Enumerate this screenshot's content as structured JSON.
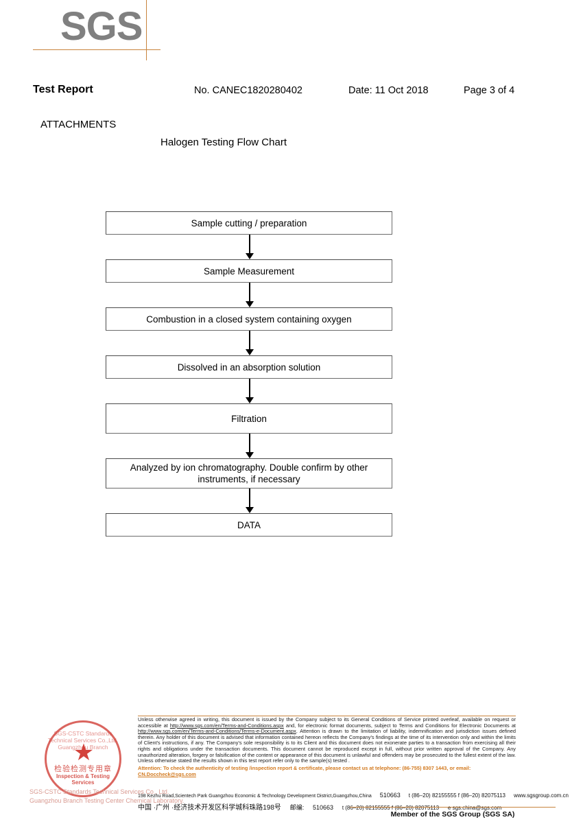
{
  "logo": {
    "text": "SGS",
    "rule_color": "#c8833c",
    "text_color": "#808080"
  },
  "header": {
    "title": "Test Report",
    "report_no": "No. CANEC1820280402",
    "date": "Date: 11 Oct 2018",
    "page": "Page 3 of 4"
  },
  "section": {
    "attachments": "ATTACHMENTS",
    "flowchart_title": "Halogen Testing Flow Chart"
  },
  "flowchart": {
    "steps": [
      {
        "label": "Sample cutting / preparation",
        "height": 34,
        "gap": 36
      },
      {
        "label": "Sample Measurement",
        "height": 34,
        "gap": 36
      },
      {
        "label": "Combustion in a closed system containing oxygen",
        "height": 34,
        "gap": 36
      },
      {
        "label": "Dissolved in an absorption solution",
        "height": 34,
        "gap": 36
      },
      {
        "label": "Filtration",
        "height": 44,
        "gap": 36
      },
      {
        "label": "Analyzed by ion chromatography. Double confirm by other instruments, if necessary",
        "height": 44,
        "gap": 36
      },
      {
        "label": "DATA",
        "height": 34,
        "gap": 0
      }
    ]
  },
  "seal": {
    "arc_text": "SGS-CSTC Standards Technical Services Co.,Ltd. Guangzhou Branch",
    "star": "★",
    "cn_text": "检验检测专用章",
    "en_text": "Inspection & Testing Services",
    "company_line1": "SGS-CSTC Standards Technical Services Co., Ltd.",
    "company_line2": "Guangzhou Branch Testing Center Chemical Laboratory.",
    "color": "#cf3a32"
  },
  "footer": {
    "legal_parts": [
      {
        "text": "Unless otherwise agreed in writing, this document is issued by the Company subject to its General Conditions of Service printed overleaf, available on request or accessible at ",
        "underline": false
      },
      {
        "text": "http://www.sgs.com/en/Terms-and-Conditions.aspx",
        "underline": true
      },
      {
        "text": " and, for electronic format documents, subject to Terms and Conditions for Electronic Documents at ",
        "underline": false
      },
      {
        "text": "http://www.sgs.com/en/Terms-and-Conditions/Terms-e-Document.aspx",
        "underline": true
      },
      {
        "text": ". Attention is drawn to the limitation of liability, indemnification and jurisdiction issues defined therein. Any holder of this document is advised that information contained hereon reflects the Company's findings at the time of its intervention only and within the limits of Client's instructions, if any. The Company's sole responsibility is to its Client and this document does not exonerate parties to a transaction from exercising all their rights and obligations under the transaction documents. This document cannot be reproduced except in full, without prior written approval of the Company. Any unauthorized alteration, forgery or falsification of the content or appearance of this document is unlawful and offenders may be prosecuted to the fullest extent of the law. Unless otherwise stated the results shown in this test report refer only to the sample(s) tested .",
        "underline": false
      }
    ],
    "attention_prefix": "Attention: To check the authenticity of testing /inspection report & certificate, please contact us at telephone: (86-755) 8307 1443, or email: ",
    "attention_email": "CN.Doccheck@sgs.com",
    "attention_color": "#d2791e",
    "address_en": "198 Kezhu Road,Scientech Park Guangzhou Economic & Technology Development District,Guangzhou,China",
    "address_en_zip": "510663",
    "address_en_tel": "t (86–20) 82155555   f (86–20) 82075113",
    "address_en_web": "www.sgsgroup.com.cn",
    "address_cn": "中国 ·广州 ·经济技术开发区科学城科珠路198号",
    "address_cn_zip_label": "邮编:",
    "address_cn_zip": "510663",
    "address_cn_tel": "t (86–20) 82155555   f (86–20) 82075113",
    "address_cn_email": "e  sgs.china@sgs.com",
    "member_line": "Member of the SGS Group (SGS SA)"
  }
}
